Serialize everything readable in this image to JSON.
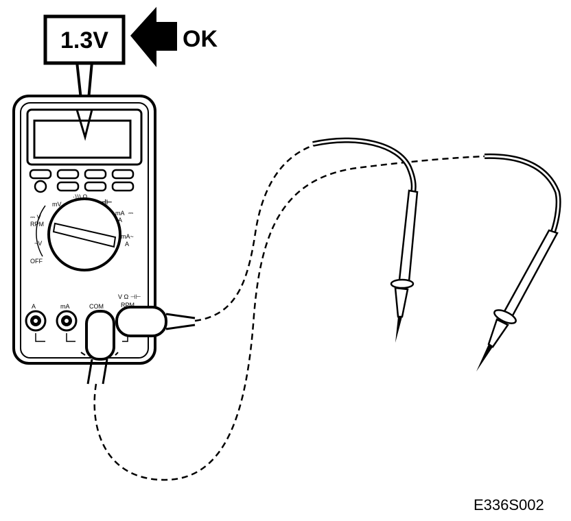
{
  "callout": {
    "reading": "1.3V",
    "verdict": "OK"
  },
  "dial_labels": {
    "mv": "mV",
    "continuity_ohm": "·))) Ω",
    "capacitance": "⊣⊢",
    "ma_ac_dc": "mA",
    "ma_sub": "A",
    "ma_tiny": "⎓",
    "dc_v": "⎓ V",
    "rpm": "RPM",
    "ac_v": "~V",
    "off": "OFF",
    "ma_ac": "mA~",
    "a_sub": "A"
  },
  "jacks": {
    "a": "A",
    "ma": "mA",
    "com": "COM",
    "v_ohm_cap": "V  Ω  ⊣⊢",
    "rpm": "RPM"
  },
  "figure_id": "E336S002"
}
